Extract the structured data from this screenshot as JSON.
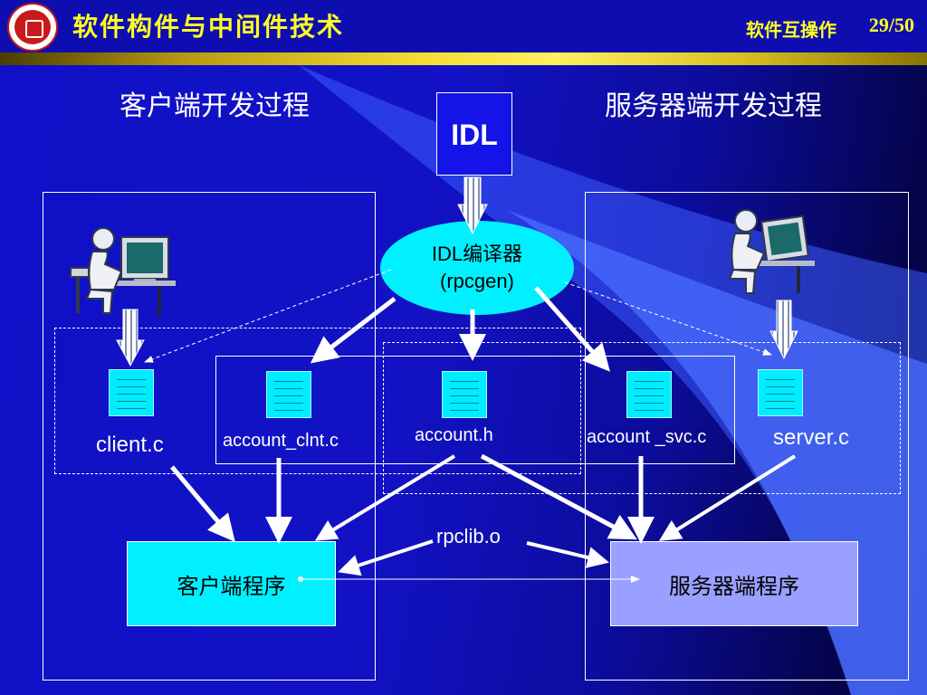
{
  "header": {
    "course_title": "软件构件与中间件技术",
    "section_title": "软件互操作",
    "page_number": "29/50",
    "logo": "university-seal-icon"
  },
  "headings": {
    "client_process": "客户端开发过程",
    "server_process": "服务器端开发过程"
  },
  "idl": {
    "box_label": "IDL",
    "compiler_line1": "IDL编译器",
    "compiler_line2": "(rpcgen)"
  },
  "files": {
    "client": "client.c",
    "clnt": "account_clnt.c",
    "header": "account.h",
    "svc": "account _svc.c",
    "server": "server.c"
  },
  "library": "rpclib.o",
  "programs": {
    "client": "客户端程序",
    "server": "服务器端程序"
  },
  "icons": {
    "developer": "developer-at-computer-icon",
    "file": "document-icon",
    "hollow_arrow": "hollow-down-arrow-icon"
  },
  "colors": {
    "background": "#1212c4",
    "title_yellow": "#ffff22",
    "cyan": "#00f0ff",
    "server_program": "#9aa0ff"
  }
}
